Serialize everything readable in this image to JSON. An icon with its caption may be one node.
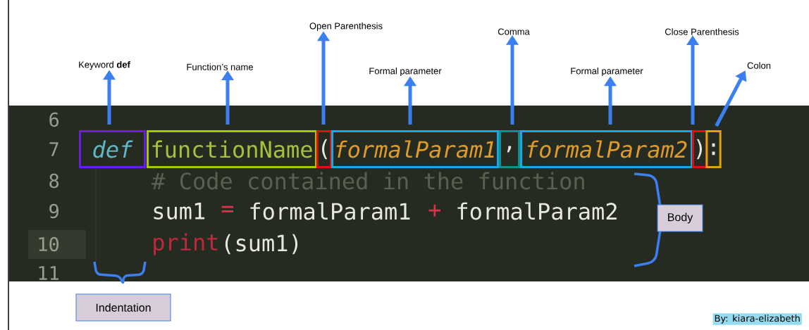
{
  "diagram": {
    "nodes": [
      {
        "text": [
          "Keyword **def**"
        ]
      },
      {
        "text": [
          "Function’s name"
        ]
      },
      {
        "text": [
          "Open Parenthesis"
        ]
      },
      {
        "text": [
          "Formal parameter"
        ]
      },
      {
        "text": [
          "Comma"
        ]
      },
      {
        "text": [
          "Formal parameter"
        ]
      },
      {
        "text": [
          "Close Parenthesis"
        ]
      },
      {
        "text": [
          "Colon"
        ]
      },
      {
        "text": [
          "def"
        ]
      },
      {
        "text": [
          "functionName"
        ]
      },
      {
        "text": [
          "("
        ]
      },
      {
        "text": [
          "formalParam1"
        ]
      },
      {
        "text": [
          ","
        ]
      },
      {
        "text": [
          "formalParam2"
        ]
      },
      {
        "text": [
          ")"
        ]
      },
      {
        "text": [
          ":"
        ]
      },
      {
        "text": [
          "Body"
        ]
      },
      {
        "text": [
          "Indentation"
        ]
      }
    ],
    "edges": [
      {
        "from": 8,
        "to": 0,
        "arrow": "to"
      },
      {
        "from": 9,
        "to": 1,
        "arrow": "to"
      },
      {
        "from": 10,
        "to": 2,
        "arrow": "to"
      },
      {
        "from": 11,
        "to": 3,
        "arrow": "to"
      },
      {
        "from": 12,
        "to": 4,
        "arrow": "to"
      },
      {
        "from": 13,
        "to": 5,
        "arrow": "to"
      },
      {
        "from": 14,
        "to": 6,
        "arrow": "to"
      },
      {
        "from": 15,
        "to": 7,
        "arrow": "to"
      }
    ],
    "labels": [
      "6",
      "7",
      "8",
      "# Code contained in the function",
      "9",
      "sum1",
      "=",
      "formalParam1",
      "+",
      "formalParam2",
      "10",
      "print",
      "(sum1)",
      "11",
      "By: kiara-elizabeth"
    ]
  }
}
